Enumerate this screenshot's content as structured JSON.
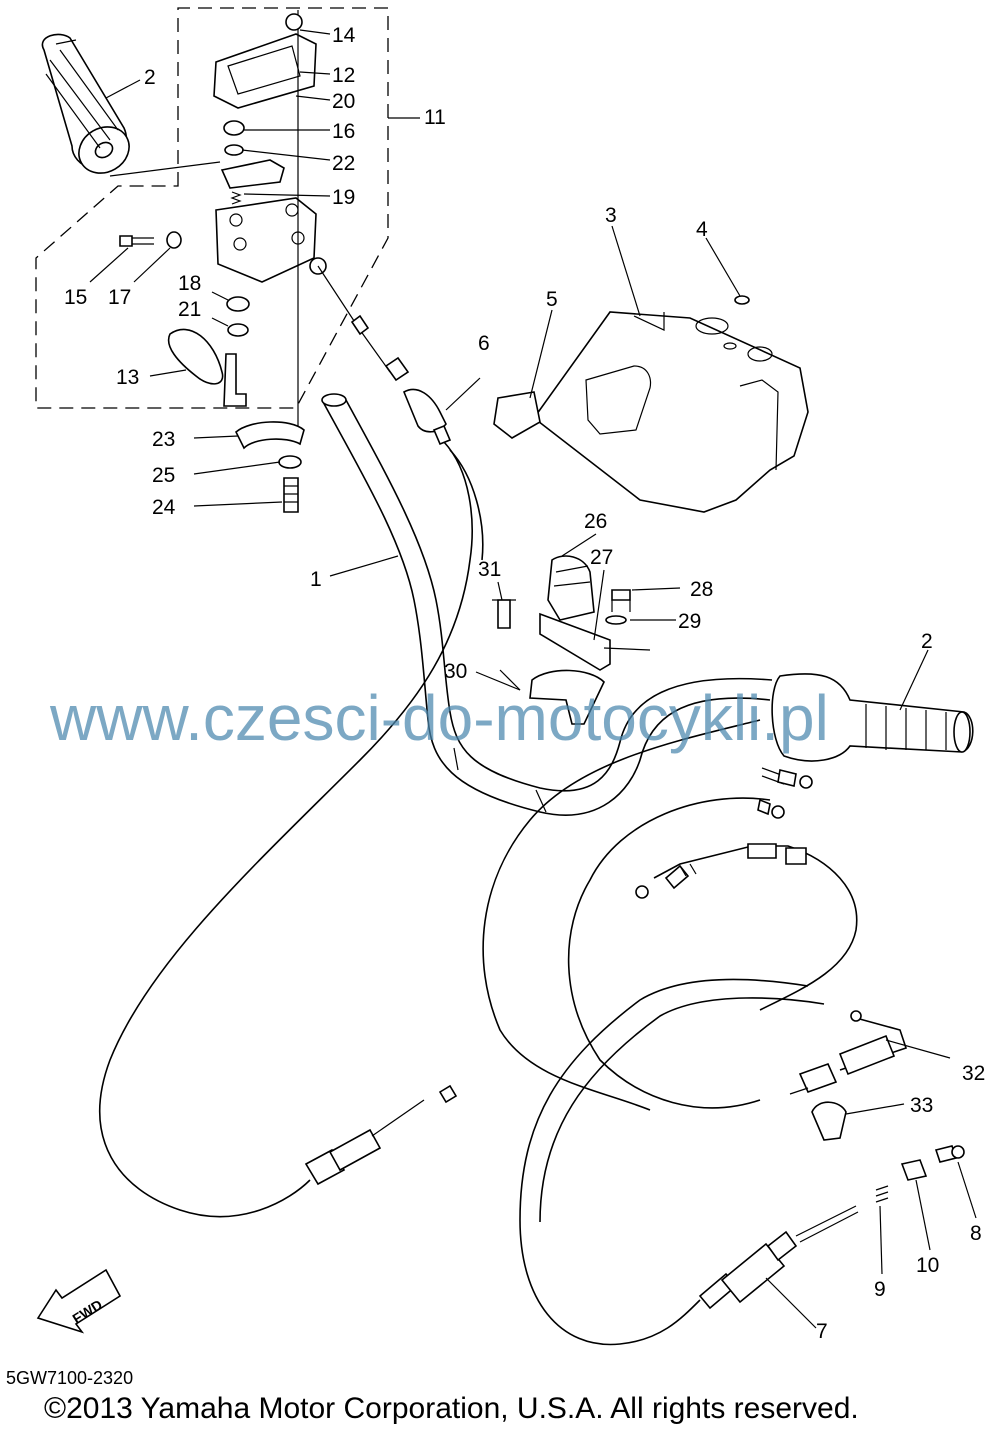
{
  "diagram": {
    "parts": [
      {
        "id": "p1",
        "label": "1"
      },
      {
        "id": "p2a",
        "label": "2"
      },
      {
        "id": "p2b",
        "label": "2"
      },
      {
        "id": "p3",
        "label": "3"
      },
      {
        "id": "p4",
        "label": "4"
      },
      {
        "id": "p5",
        "label": "5"
      },
      {
        "id": "p6",
        "label": "6"
      },
      {
        "id": "p7",
        "label": "7"
      },
      {
        "id": "p8",
        "label": "8"
      },
      {
        "id": "p9",
        "label": "9"
      },
      {
        "id": "p10",
        "label": "10"
      },
      {
        "id": "p11",
        "label": "11"
      },
      {
        "id": "p12",
        "label": "12"
      },
      {
        "id": "p13",
        "label": "13"
      },
      {
        "id": "p14",
        "label": "14"
      },
      {
        "id": "p15",
        "label": "15"
      },
      {
        "id": "p16",
        "label": "16"
      },
      {
        "id": "p17",
        "label": "17"
      },
      {
        "id": "p18",
        "label": "18"
      },
      {
        "id": "p19",
        "label": "19"
      },
      {
        "id": "p20",
        "label": "20"
      },
      {
        "id": "p21",
        "label": "21"
      },
      {
        "id": "p22",
        "label": "22"
      },
      {
        "id": "p23",
        "label": "23"
      },
      {
        "id": "p24",
        "label": "24"
      },
      {
        "id": "p25",
        "label": "25"
      },
      {
        "id": "p26",
        "label": "26"
      },
      {
        "id": "p27",
        "label": "27"
      },
      {
        "id": "p28",
        "label": "28"
      },
      {
        "id": "p29",
        "label": "29"
      },
      {
        "id": "p30",
        "label": "30"
      },
      {
        "id": "p31",
        "label": "31"
      },
      {
        "id": "p32",
        "label": "32"
      },
      {
        "id": "p33",
        "label": "33"
      }
    ],
    "fwd_label": "FWD",
    "watermark": "www.czesci-do-motocykli.pl",
    "drawing_code": "5GW7100-2320",
    "copyright": "©2013 Yamaha Motor Corporation, U.S.A. All rights reserved."
  }
}
